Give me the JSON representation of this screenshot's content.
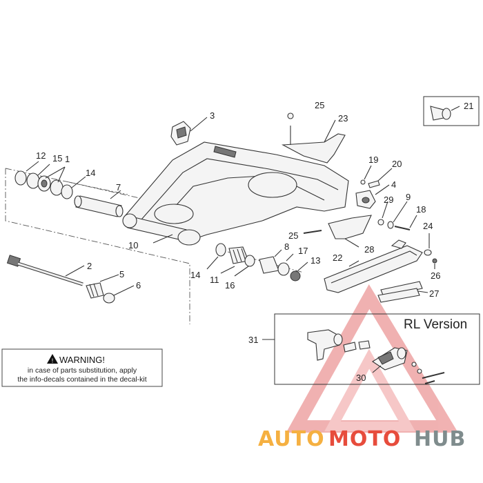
{
  "diagram": {
    "callouts": [
      "1",
      "2",
      "3",
      "4",
      "5",
      "6",
      "7",
      "8",
      "9",
      "10",
      "11",
      "12",
      "13",
      "14",
      "14",
      "15",
      "16",
      "17",
      "18",
      "19",
      "20",
      "21",
      "22",
      "23",
      "24",
      "25",
      "25",
      "26",
      "27",
      "28",
      "29",
      "30",
      "31"
    ],
    "warning": {
      "title": "WARNING!",
      "line1": "in case of parts substitution, apply",
      "line2": "the info-decals contained in the decal-kit"
    },
    "rl_version": "RL Version",
    "watermark": {
      "part1": "AUTO",
      "part2": "MOTO",
      "part3": "HUB",
      "color1": "#f5b041",
      "color2": "#e74c3c",
      "color3": "#7f8c8d"
    }
  }
}
